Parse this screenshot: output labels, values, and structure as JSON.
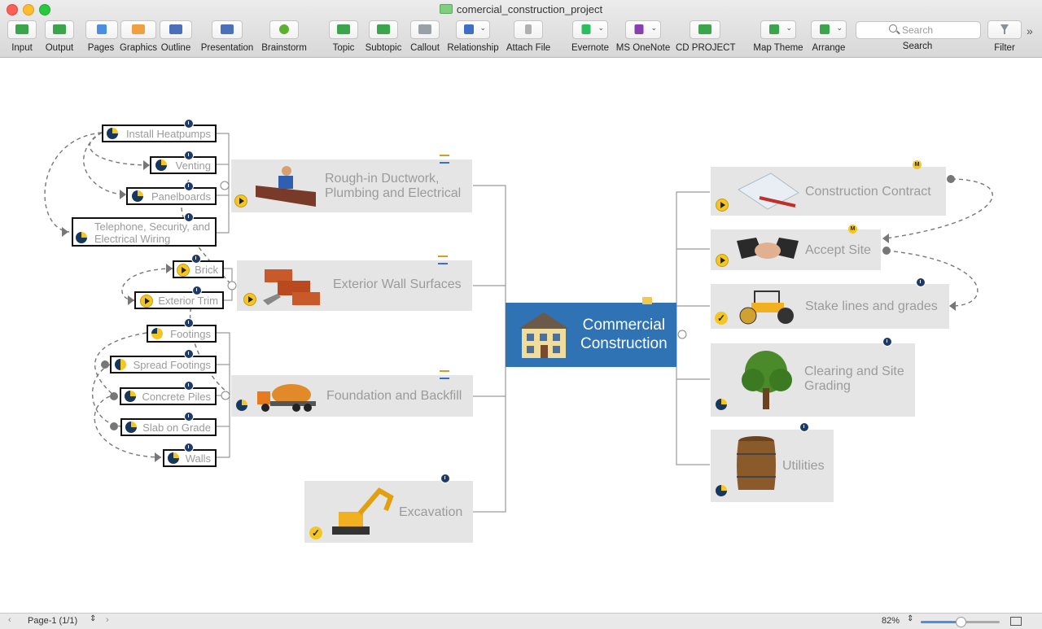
{
  "window": {
    "title": "comercial_construction_project"
  },
  "toolbar": {
    "input": "Input",
    "output": "Output",
    "pages": "Pages",
    "graphics": "Graphics",
    "outline": "Outline",
    "presentation": "Presentation",
    "brainstorm": "Brainstorm",
    "topic": "Topic",
    "subtopic": "Subtopic",
    "callout": "Callout",
    "relationship": "Relationship",
    "attach_file": "Attach File",
    "evernote": "Evernote",
    "ms_onenote": "MS OneNote",
    "cd_project": "CD PROJECT",
    "map_theme": "Map Theme",
    "arrange": "Arrange",
    "search_placeholder": "Search",
    "search_label": "Search",
    "filter": "Filter"
  },
  "mindmap": {
    "central": {
      "line1": "Commercial",
      "line2": "Construction"
    },
    "left_topics": [
      {
        "line1": "Rough-in Ductwork,",
        "line2": "Plumbing and Electrical"
      },
      {
        "label": "Exterior Wall Surfaces"
      },
      {
        "label": "Foundation and Backfill"
      },
      {
        "label": "Excavation"
      }
    ],
    "right_topics": [
      {
        "label": "Construction Contract"
      },
      {
        "label": "Accept Site"
      },
      {
        "label": "Stake lines and grades"
      },
      {
        "line1": "Clearing and Site",
        "line2": "Grading"
      },
      {
        "label": "Utilities"
      }
    ],
    "subtopics": {
      "install_heatpumps": "Install Heatpumps",
      "venting": "Venting",
      "panelboards": "Panelboards",
      "telephone_line1": "Telephone, Security, and",
      "telephone_line2": "Electrical Wiring",
      "brick": "Brick",
      "exterior_trim": "Exterior Trim",
      "footings": "Footings",
      "spread_footings": "Spread Footings",
      "concrete_piles": "Concrete Piles",
      "slab_on_grade": "Slab on Grade",
      "walls": "Walls"
    },
    "badges": {
      "m": "M",
      "check": "✓"
    }
  },
  "statusbar": {
    "page": "Page-1 (1/1)",
    "zoom": "82%",
    "zoom_level": 0.5
  },
  "colors": {
    "central": "#2f73b5",
    "node_bg": "#e5e5e5",
    "node_text": "#9b9b9b",
    "accent_yellow": "#f3c623",
    "dark_navy": "#16375e"
  },
  "icons": {
    "input": "input-icon",
    "output": "output-icon",
    "pages": "pages-icon",
    "graphics": "graphics-icon",
    "outline": "outline-icon",
    "presentation": "presentation-icon",
    "brainstorm": "brainstorm-icon",
    "topic": "topic-icon",
    "subtopic": "subtopic-icon",
    "callout": "callout-icon",
    "relationship": "relationship-icon",
    "attach_file": "paperclip-icon",
    "evernote": "evernote-icon",
    "onenote": "onenote-icon",
    "cd_project": "cd-project-icon",
    "map_theme": "map-theme-icon",
    "arrange": "arrange-icon",
    "search": "search-icon",
    "filter": "filter-icon"
  }
}
